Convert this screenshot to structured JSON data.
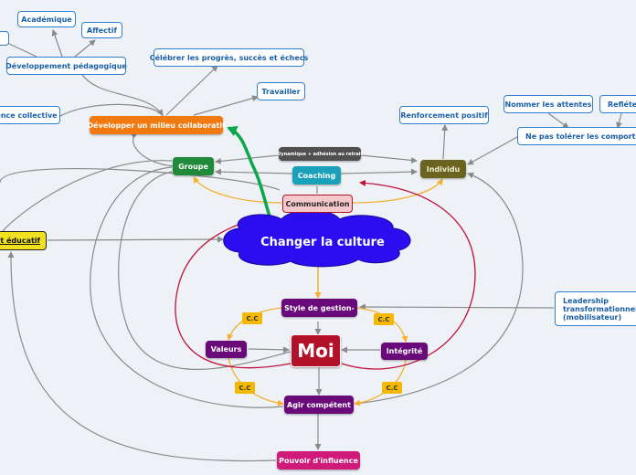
{
  "diagram": {
    "central": "Changer la culture",
    "self": "Moi",
    "nodes": {
      "academique": "Académique",
      "affectif": "Affectif",
      "dev_pedagogique": "Développement pédagogique",
      "celebrer": "Célébrer les progrès, succès et échecs",
      "travailler": "Travailler",
      "intelligence_collective": "ence collective",
      "milieu_collaboratif": "Développer un milieu collaboratif",
      "groupe": "Groupe",
      "dynamique": "Dynamique + adhésion au retrait",
      "coaching": "Coaching",
      "communication": "Communication",
      "individu": "Individu",
      "renforcement": "Renforcement positif",
      "nommer_attentes": "Nommer les attentes",
      "refleter": "Refléter",
      "ne_pas_tolerer": "Ne pas tolérer les comporteme",
      "projet_educatif": "et éducatif",
      "style_gestion": "Style de gestion-",
      "valeurs": "Valeurs",
      "integrite": "Intégrité",
      "agir_competent": "Agir compétent",
      "pouvoir_influence": "Pouvoir d'influence",
      "leadership": "Leadership transformationnel (mobilisateur)"
    },
    "cc_label": "C.C",
    "colors": {
      "orange": "#f07a10",
      "green": "#1f8a3a",
      "olive": "#6b6320",
      "teal": "#1aa0b8",
      "purple": "#6a0a7a",
      "maroon": "#b3102a",
      "magenta": "#d01a7a",
      "yellow": "#f0e020",
      "cloud": "#2a0ef0",
      "gray_dark": "#505050",
      "pink_light": "#f5c8cc"
    }
  }
}
